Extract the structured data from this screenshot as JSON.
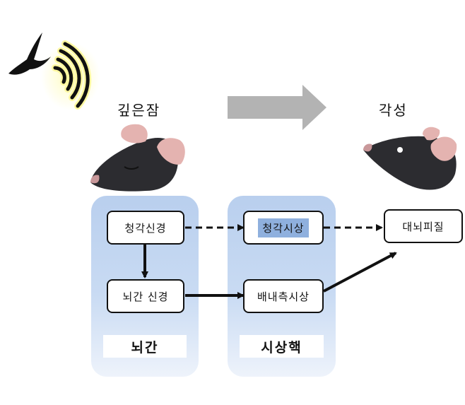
{
  "states": {
    "deep_sleep": "깊은잠",
    "awake": "각성"
  },
  "nodes": {
    "auditory_nerve": "청각신경",
    "brainstem_nerve": "뇌간 신경",
    "auditory_thalamus": "청각시상",
    "ventromedial_thalamus": "배내측시상",
    "cortex": "대뇌피질"
  },
  "panels": {
    "brainstem": "뇌간",
    "thalamus": "시상핵"
  },
  "colors": {
    "panel": "#c2d6f1",
    "highlight": "#8fb0de",
    "arrow_gray": "#b3b3b3",
    "mouse": "#2c2c30",
    "ear": "#e4b3b0",
    "sound_wave": "#fff8a0"
  },
  "icons": [
    "bird-icon",
    "sound-wave-icon",
    "sleeping-mouse-icon",
    "awake-mouse-icon"
  ]
}
